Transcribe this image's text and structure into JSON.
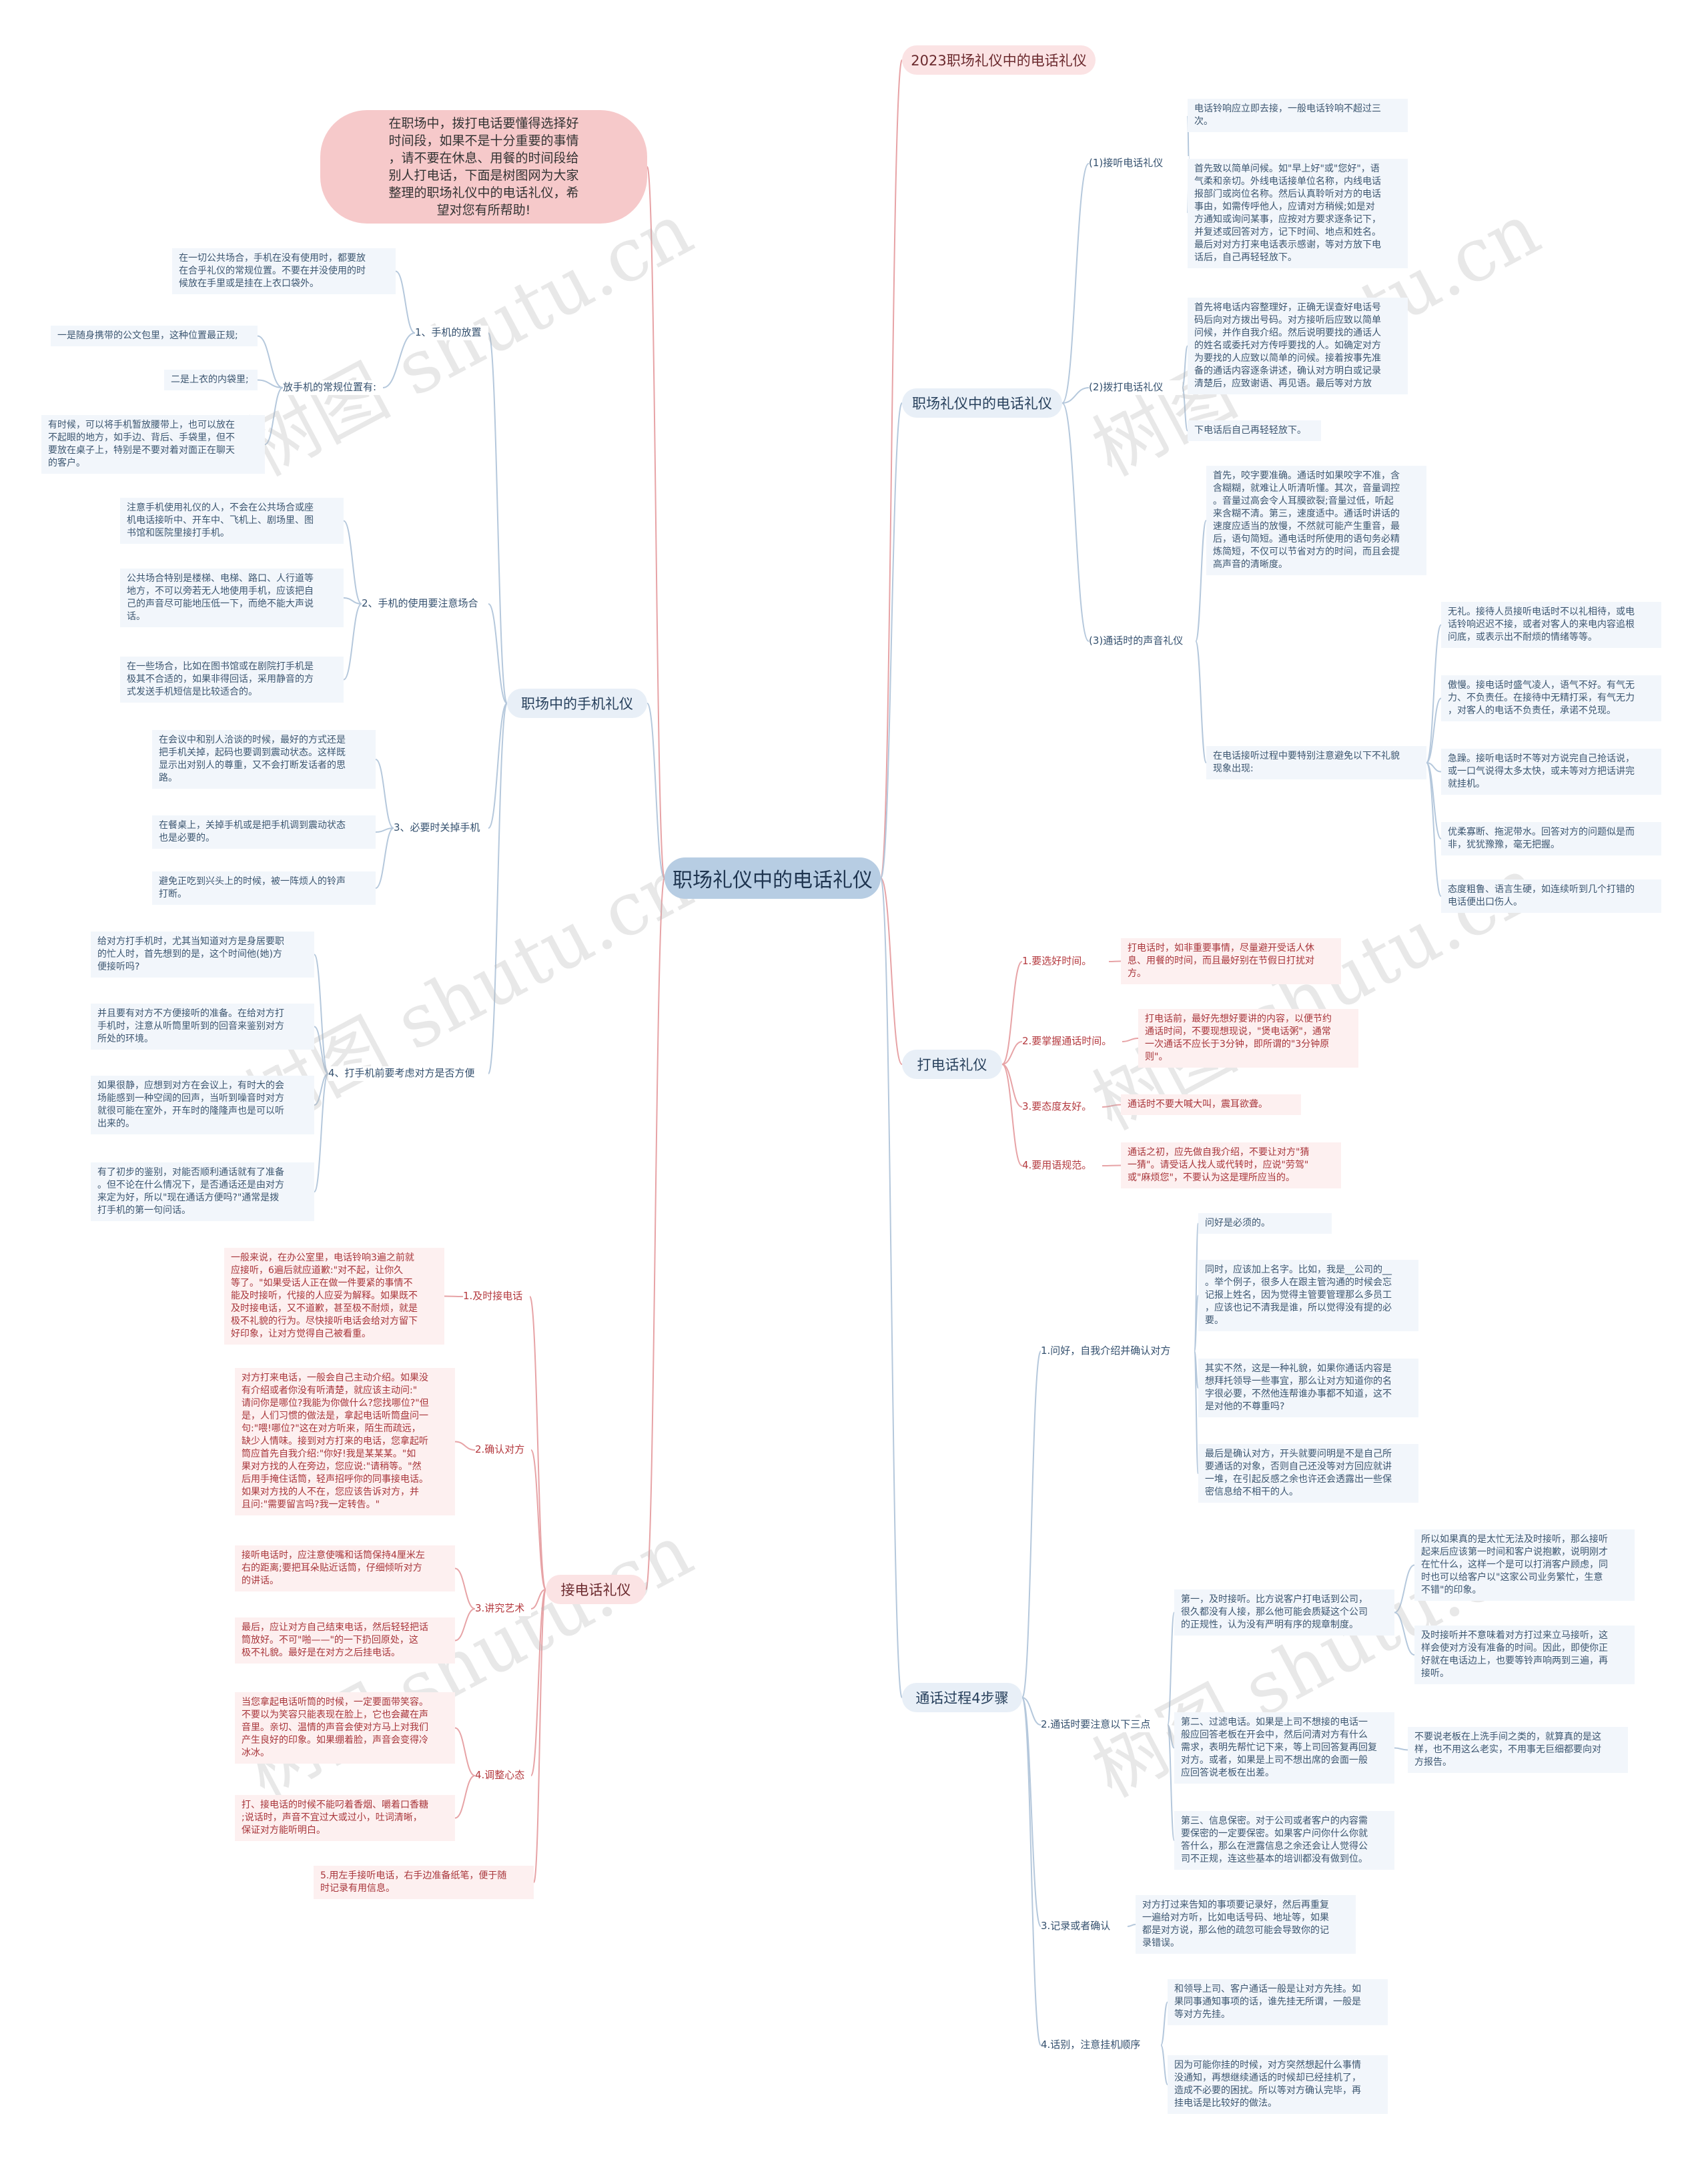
{
  "root": "职场礼仪中的电话礼仪",
  "intro": "在职场中，拨打电话要懂得选择好\n时间段，如果不是十分重要的事情\n，请不要在休息、用餐的时间段给\n别人打电话，下面是树图网为大家\n整理的职场礼仪中的电话礼仪，希\n望对您有所帮助!",
  "watermark": "树图 shutu.cn",
  "colors": {
    "accent": "#b7cde3",
    "link_blue": "#b5c8dc",
    "link_red": "#e7a3a6"
  },
  "branches": {
    "title2023": "2023职场礼仪中的电话礼仪",
    "etiquette": {
      "label": "职场礼仪中的电话礼仪",
      "answer": {
        "label": "(1)接听电话礼仪",
        "leaf1": "电话铃响应立即去接，一般电话铃响不超过三\n次。",
        "leaf2": "首先致以简单问候。如\"早上好\"或\"您好\"，语\n气柔和亲切。外线电话接单位名称，内线电话\n报部门或岗位名称。然后认真聆听对方的电话\n事由，如需传呼他人，应请对方稍候;如是对\n方通知或询问某事，应按对方要求逐条记下，\n并复述或回答对方，记下时间、地点和姓名。\n最后对对方打来电话表示感谢，等对方放下电\n话后，自己再轻轻放下。"
      },
      "dial": {
        "label": "(2)拨打电话礼仪",
        "leaf1": "首先将电话内容整理好，正确无误查好电话号\n码后向对方拨出号码。对方接听后应致以简单\n问候，并作自我介绍。然后说明要找的通话人\n的姓名或委托对方传呼要找的人。如确定对方\n为要找的人应致以简单的问候。接着按事先准\n备的通话内容逐条讲述，确认对方明白或记录\n清楚后，应致谢语、再见语。最后等对方放",
        "leaf2": "下电话后自己再轻轻放下。"
      },
      "voice": {
        "label": "(3)通话时的声音礼仪",
        "leaf1": "首先，咬字要准确。通话时如果咬字不准，含\n含糊糊，就难让人听清听懂。其次，音量调控\n。音量过高会令人耳膜欲裂;音量过低，听起\n来含糊不清。第三，速度适中。通话时讲话的\n速度应适当的放慢，不然就可能产生重音，最\n后，语句简短。通电话时所使用的语句务必精\n炼简短，不仅可以节省对方的时间，而且会提\n高声音的清晰度。",
        "sub": "在电话接听过程中要特别注意避免以下不礼貌\n现象出现:",
        "items": [
          "无礼。接待人员接听电话时不以礼相待，或电\n话铃响迟迟不接，或者对客人的来电内容追根\n问底，或表示出不耐烦的情绪等等。",
          "傲慢。接电话时盛气凌人，语气不好。有气无\n力、不负责任。在接待中无精打采，有气无力\n，对客人的电话不负责任，承诺不兑现。",
          "急躁。接听电话时不等对方说完自己抢话说，\n或一口气说得太多太快，或未等对方把话讲完\n就挂机。",
          "优柔寡断、拖泥带水。回答对方的问题似是而\n非，犹犹豫豫，毫无把握。",
          "态度粗鲁、语言生硬，如连续听到几个打错的\n电话便出口伤人。"
        ]
      }
    },
    "phone": {
      "label": "职场中的手机礼仪",
      "place": {
        "label": "1、手机的放置",
        "leaf1": "在一切公共场合，手机在没有使用时，都要放\n在合乎礼仪的常规位置。不要在并没使用的时\n候放在手里或是挂在上衣口袋外。",
        "sub": "放手机的常规位置有:",
        "sub1": "一是随身携带的公文包里，这种位置最正规;",
        "sub2": "二是上衣的内袋里;",
        "leaf2": "有时候，可以将手机暂放腰带上，也可以放在\n不起眼的地方，如手边、背后、手袋里，但不\n要放在桌子上，特别是不要对着对面正在聊天\n的客户。"
      },
      "use": {
        "label": "2、手机的使用要注意场合",
        "leaf1": "注意手机使用礼仪的人，不会在公共场合或座\n机电话接听中、开车中、飞机上、剧场里、图\n书馆和医院里接打手机。",
        "leaf2": "公共场合特别是楼梯、电梯、路口、人行道等\n地方，不可以旁若无人地使用手机，应该把自\n己的声音尽可能地压低一下，而绝不能大声说\n话。",
        "leaf3": "在一些场合，比如在图书馆或在剧院打手机是\n极其不合适的，如果非得回话，采用静音的方\n式发送手机短信是比较适合的。"
      },
      "off": {
        "label": "3、必要时关掉手机",
        "leaf1": "在会议中和别人洽谈的时候，最好的方式还是\n把手机关掉，起码也要调到震动状态。这样既\n显示出对别人的尊重，又不会打断发话者的思\n路。",
        "leaf2": "在餐桌上，关掉手机或是把手机调到震动状态\n也是必要的。",
        "leaf3": "避免正吃到兴头上的时候，被一阵烦人的铃声\n打断。"
      },
      "consider": {
        "label": "4、打手机前要考虑对方是否方便",
        "leaf1": "给对方打手机时，尤其当知道对方是身居要职\n的忙人时，首先想到的是，这个时间他(她)方\n便接听吗?",
        "leaf2": "并且要有对方不方便接听的准备。在给对方打\n手机时，注意从听筒里听到的回音来鉴别对方\n所处的环境。",
        "leaf3": "如果很静，应想到对方在会议上，有时大的会\n场能感到一种空阔的回声，当听到噪音时对方\n就很可能在室外，开车时的隆隆声也是可以听\n出来的。",
        "leaf4": "有了初步的鉴别，对能否顺利通话就有了准备\n。但不论在什么情况下，是否通话还是由对方\n来定为好，所以\"现在通话方便吗?\"通常是拨\n打手机的第一句问话。"
      }
    },
    "call": {
      "label": "打电话礼仪",
      "items": [
        {
          "label": "1.要选好时间。",
          "leaf": "打电话时，如非重要事情，尽量避开受话人休\n息、用餐的时间，而且最好别在节假日打扰对\n方。"
        },
        {
          "label": "2.要掌握通话时间。",
          "leaf": "打电话前，最好先想好要讲的内容，以便节约\n通话时间，不要现想现说，\"煲电话粥\"，通常\n一次通话不应长于3分钟，即所谓的\"3分钟原\n则\"。"
        },
        {
          "label": "3.要态度友好。",
          "leaf": "通话时不要大喊大叫，震耳欲聋。"
        },
        {
          "label": "4.要用语规范。",
          "leaf": "通话之初，应先做自我介绍，不要让对方\"猜\n一猜\"。请受话人找人或代转时，应说\"劳驾\"\n或\"麻烦您\"，不要认为这是理所应当的。"
        }
      ]
    },
    "receive": {
      "label": "接电话礼仪",
      "items": [
        {
          "label": "1.及时接电话",
          "leaves": [
            "一般来说，在办公室里，电话铃响3遍之前就\n应接听，6遍后就应道歉:\"对不起，让你久\n等了。\"如果受话人正在做一件要紧的事情不\n能及时接听，代接的人应妥为解释。如果既不\n及时接电话，又不道歉，甚至极不耐烦，就是\n极不礼貌的行为。尽快接听电话会给对方留下\n好印象，让对方觉得自己被看重。"
          ]
        },
        {
          "label": "2.确认对方",
          "leaves": [
            "对方打来电话，一般会自己主动介绍。如果没\n有介绍或者你没有听清楚，就应该主动问:\"\n请问你是哪位?我能为你做什么?您找哪位?\"但\n是，人们习惯的做法是，拿起电话听筒盘问一\n句:\"喂!哪位?\"这在对方听来，陌生而疏远，\n缺少人情味。接到对方打来的电话，您拿起听\n筒应首先自我介绍:\"你好!我是某某某。\"如\n果对方找的人在旁边，您应说:\"请稍等。\"然\n后用手掩住话筒，轻声招呼你的同事接电话。\n如果对方找的人不在，您应该告诉对方，并\n且问:\"需要留言吗?我一定转告。\""
          ]
        },
        {
          "label": "3.讲究艺术",
          "leaves": [
            "接听电话时，应注意使嘴和话筒保持4厘米左\n右的距离;要把耳朵贴近话筒，仔细倾听对方\n的讲话。",
            "最后，应让对方自己结束电话，然后轻轻把话\n筒放好。不可\"啪——\"的一下扔回原处，这\n极不礼貌。最好是在对方之后挂电话。"
          ]
        },
        {
          "label": "4.调整心态",
          "leaves": [
            "当您拿起电话听筒的时候，一定要面带笑容。\n不要以为笑容只能表现在脸上，它也会藏在声\n音里。亲切、温情的声音会使对方马上对我们\n产生良好的印象。如果绷着脸，声音会变得冷\n冰冰。",
            "打、接电话的时候不能叼着香烟、嚼着口香糖\n;说话时，声音不宜过大或过小，吐词清晰，\n保证对方能听明白。"
          ]
        },
        {
          "label": "5.用左手接听电话，右手边准备纸笔，便于随\n时记录有用信息。",
          "leaves": []
        }
      ]
    },
    "steps": {
      "label": "通话过程4步骤",
      "s1": {
        "label": "1.问好，自我介绍并确认对方",
        "leaves": [
          "问好是必须的。",
          "同时，应该加上名字。比如，我是__公司的__\n。举个例子，很多人在跟主管沟通的时候会忘\n记报上姓名，因为觉得主管要管理那么多员工\n，应该也记不清我是谁，所以觉得没有提的必\n要。",
          "其实不然，这是一种礼貌，如果你通话内容是\n想拜托领导一些事宜，那么让对方知道你的名\n字很必要，不然他连帮谁办事都不知道，这不\n是对他的不尊重吗?",
          "最后是确认对方，开头就要问明是不是自己所\n要通话的对象，否则自己还没等对方回应就讲\n一堆，在引起反感之余也许还会透露出一些保\n密信息给不相干的人。"
        ]
      },
      "s2": {
        "label": "2.通话时要注意以下三点",
        "first": "第一，及时接听。比方说客户打电话到公司，\n很久都没有人接，那么他可能会质疑这个公司\n的正规性，认为没有严明有序的规章制度。",
        "first_sub": [
          "所以如果真的是太忙无法及时接听，那么接听\n起来后应该第一时间和客户说抱歉，说明刚才\n在忙什么，这样一个是可以打消客户顾虑，同\n时也可以给客户以\"这家公司业务繁忙，生意\n不错\"的印象。",
          "及时接听并不意味着对方打过来立马接听，这\n样会使对方没有准备的时间。因此，即使你正\n好就在电话边上，也要等铃声响两到三遍，再\n接听。"
        ],
        "second": "第二、过滤电话。如果是上司不想接的电话一\n般应回答老板在开会中，然后问清对方有什么\n需求，表明先帮忙记下来，等上司回答复再回复\n对方。或者，如果是上司不想出席的会面一般\n应回答说老板在出差。",
        "second_sub": "不要说老板在上洗手间之类的，就算真的是这\n样，也不用这么老实，不用事无巨细都要向对\n方报告。",
        "third": "第三、信息保密。对于公司或者客户的内容需\n要保密的一定要保密。如果客户问你什么你就\n答什么，那么在泄露信息之余还会让人觉得公\n司不正规，连这些基本的培训都没有做到位。"
      },
      "s3": {
        "label": "3.记录或者确认",
        "leaf": "对方打过来告知的事项要记录好，然后再重复\n一遍给对方听，比如电话号码、地址等，如果\n都是对方说，那么他的疏忽可能会导致你的记\n录错误。"
      },
      "s4": {
        "label": "4.话别，注意挂机顺序",
        "leaves": [
          "和领导上司、客户通话一般是让对方先挂。如\n果同事通知事项的话，谁先挂无所谓，一般是\n等对方先挂。",
          "因为可能你挂的时候，对方突然想起什么事情\n没通知，再想继续通话的时候却已经挂机了，\n造成不必要的困扰。所以等对方确认完毕，再\n挂电话是比较好的做法。"
        ]
      }
    }
  }
}
